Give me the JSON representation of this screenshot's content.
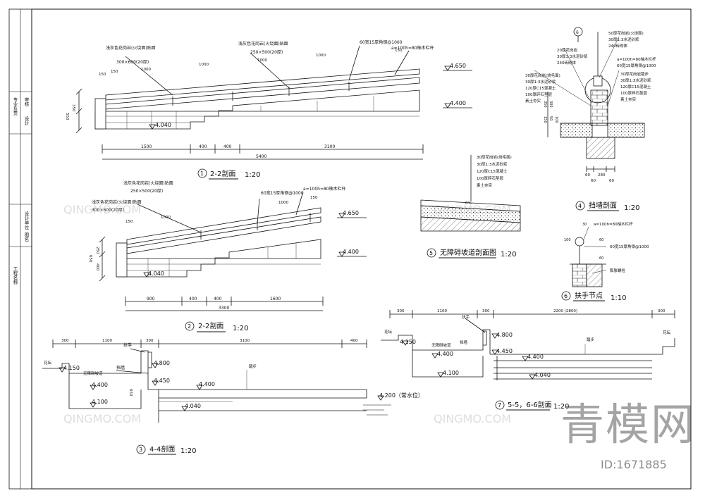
{
  "title_block": [
    "工程名称",
    "设计单位",
    "图名",
    "专业负责",
    "审核",
    "设计"
  ],
  "watermark": {
    "brand": "青模网",
    "small": "QINGMO.COM",
    "id": "ID:1671885"
  },
  "views": {
    "v1": {
      "number": "1",
      "title": "2-2剖面",
      "scale": "1:20",
      "notes": [
        "浅灰色花岗岩(火烧面)贴面",
        "300×600(20厚)",
        "浅灰色花岗岩(火烧面)贴面",
        "250×500(20厚)",
        "60宽15厚角钢@1000",
        "a=100h=80柚木栏杆"
      ],
      "dims_top": [
        "150",
        "150",
        "1000",
        "1000",
        "1000",
        "1000",
        "150"
      ],
      "dims_bottom": [
        "1500",
        "400",
        "400",
        "3100"
      ],
      "total": "5400",
      "levels": [
        "4.650",
        "4.400",
        "4.040"
      ],
      "dims_left": [
        "350",
        "550"
      ]
    },
    "v2": {
      "number": "2",
      "title": "2-2剖面",
      "scale": "1:20",
      "notes": [
        "浅灰色花岗岩(火烧面)贴面",
        "250×500(20厚)",
        "浅灰色花岗岩(火烧面)贴面",
        "300×600(20厚)",
        "60宽15厚角钢@1000",
        "a=100h=80柚木栏杆"
      ],
      "dims_top": [
        "150",
        "1000",
        "1000",
        "150"
      ],
      "dims_bottom": [
        "900",
        "400",
        "400",
        "1600"
      ],
      "total": "3300",
      "levels": [
        "4.650",
        "4.400",
        "4.040"
      ],
      "dims_left": [
        "250",
        "400",
        "650"
      ]
    },
    "v3": {
      "number": "3",
      "title": "4-4剖面",
      "scale": "1:20",
      "dims_top": [
        "300",
        "1100",
        "300",
        "3100",
        "400"
      ],
      "labels": [
        "花坛",
        "扶手",
        "挡墙",
        "无障碍坡道",
        "踏步"
      ],
      "levels": [
        "4.150",
        "4.400",
        "4.100",
        "4.800",
        "4.450",
        "4.400",
        "4.040",
        "4.200（常水位）"
      ],
      "dims_left": [
        "650"
      ]
    },
    "v4": {
      "number": "4",
      "title": "挡墙剖面",
      "scale": "1:20",
      "circle": "6",
      "notes_left": [
        "20厚花岗岩",
        "30厚1:3水泥砂浆",
        "240砖砌体",
        "30厚花岗岩(烧毛面)",
        "30厚1:3水泥砂浆",
        "120厚C15混凝土",
        "100厚碎石垫层",
        "素土夯实"
      ],
      "notes_right": [
        "50厚花岗岩(火烧面)",
        "30厚1:3水泥砂浆",
        "240砖砌体",
        "a=100h=80柚木栏杆",
        "60宽15厚角钢@1000",
        "30厚花岗岩踏步",
        "30厚1:3水泥砂浆",
        "120厚C15混凝土",
        "100厚碎石垫层",
        "素土夯实"
      ],
      "dims_bottom": [
        "60",
        "60",
        "280",
        "60"
      ],
      "dims_left": [
        "350",
        "300",
        "50",
        "100",
        "150"
      ]
    },
    "v5": {
      "number": "5",
      "title": "无障碍坡道剖面图",
      "scale": "1:20",
      "notes": [
        "30厚花岗岩(烧毛面)",
        "30厚1:3水泥砂浆",
        "120厚C15混凝土",
        "100厚碎石垫层",
        "素土夯实"
      ],
      "slope": "6%"
    },
    "v6": {
      "number": "6",
      "title": "扶手节点",
      "scale": "1:10",
      "notes": [
        "a=100h=80柚木栏杆",
        "60宽15厚角钢@1000",
        "膨胀螺栓"
      ],
      "dims": [
        "30",
        "100",
        "60",
        "60"
      ]
    },
    "v7": {
      "number": "7",
      "title": "5-5，6-6剖面",
      "scale": "1:20",
      "dims_top": [
        "300",
        "1100",
        "300",
        "2200 (2800)",
        "300"
      ],
      "labels": [
        "扶手",
        "花坛",
        "无障碍坡道",
        "挡墙",
        "踏步",
        "花坛"
      ],
      "levels": [
        "4.150",
        "4.400",
        "4.100",
        "4.800",
        "4.450",
        "4.400",
        "4.040"
      ]
    }
  }
}
